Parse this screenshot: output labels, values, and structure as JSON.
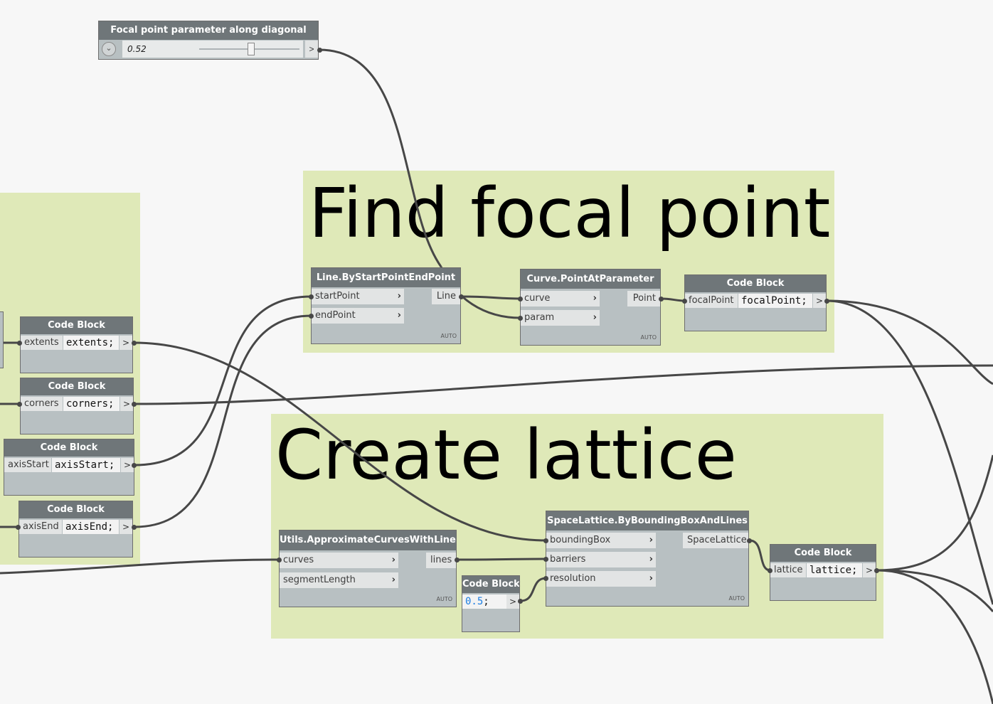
{
  "groups": {
    "find_focal_point": "Find focal point",
    "create_lattice": "Create lattice"
  },
  "slider": {
    "title": "Focal point parameter along diagonal",
    "value": "0.52",
    "fraction": 0.52,
    "toggle_icon": "chevron-down-icon",
    "output": ">"
  },
  "nodes": {
    "line": {
      "title": "Line.ByStartPointEndPoint",
      "inputs": [
        "startPoint",
        "endPoint"
      ],
      "output": "Line",
      "lacing": "AUTO"
    },
    "curve": {
      "title": "Curve.PointAtParameter",
      "inputs": [
        "curve",
        "param"
      ],
      "output": "Point",
      "lacing": "AUTO"
    },
    "approx": {
      "title": "Utils.ApproximateCurvesWithLines",
      "inputs": [
        "curves",
        "segmentLength"
      ],
      "output": "lines",
      "lacing": "AUTO"
    },
    "lattice": {
      "title": "SpaceLattice.ByBoundingBoxAndLines",
      "inputs": [
        "boundingBox",
        "barriers",
        "resolution"
      ],
      "output": "SpaceLattice",
      "lacing": "AUTO"
    }
  },
  "codeblocks": {
    "focal": {
      "title": "Code Block",
      "label": "focalPoint",
      "code": "focalPoint;",
      "output": ">"
    },
    "extents": {
      "title": "Code Block",
      "label": "extents",
      "code": "extents;",
      "output": ">"
    },
    "corners": {
      "title": "Code Block",
      "label": "corners",
      "code": "corners;",
      "output": ">"
    },
    "axisStart": {
      "title": "Code Block",
      "label": "axisStart",
      "code": "axisStart;",
      "output": ">"
    },
    "axisEnd": {
      "title": "Code Block",
      "label": "axisEnd",
      "code": "axisEnd;",
      "output": ">"
    },
    "lattice_out": {
      "title": "Code Block",
      "label": "lattice",
      "code": "lattice;",
      "output": ">"
    },
    "resolution": {
      "title": "Code Block",
      "number": "0.5",
      "semicolon": ";",
      "output": ">"
    }
  },
  "arrow_glyph": "›",
  "colors": {
    "background": "#f7f7f7",
    "group": "#dfe9b8",
    "node_header": "#6f7679",
    "node_body": "#b8c0c2",
    "wire": "#474747",
    "number": "#1c7ee2"
  }
}
